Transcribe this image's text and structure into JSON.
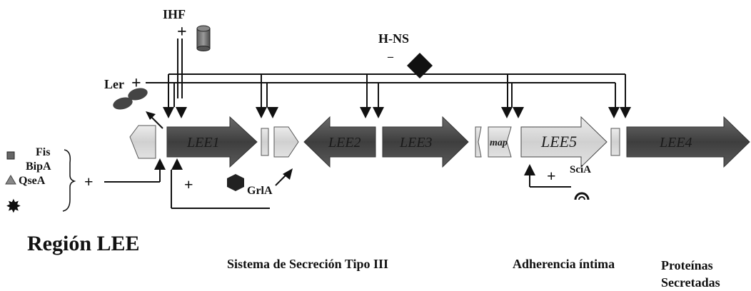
{
  "regulators": {
    "ihf": "IHF",
    "hns": "H-NS",
    "hns_sign": "–",
    "ler": "Ler",
    "fis": "Fis",
    "bipa": "BipA",
    "qsea": "QseA",
    "grla": "GrlA",
    "scia": "SciA",
    "plus": "+"
  },
  "operons": {
    "lee1": "LEE1",
    "lee2": "LEE2",
    "lee3": "LEE3",
    "map": "map",
    "lee5": "LEE5",
    "lee4": "LEE4"
  },
  "labels": {
    "region": "Región LEE",
    "t3ss": "Sistema de Secreción Tipo III",
    "adherence": "Adherencia íntima",
    "proteins_line1": "Proteínas",
    "proteins_line2": "Secretadas"
  },
  "colors": {
    "dark_gene": "#4a4a4a",
    "light_gene": "#d3d3d3",
    "line": "#111111"
  }
}
